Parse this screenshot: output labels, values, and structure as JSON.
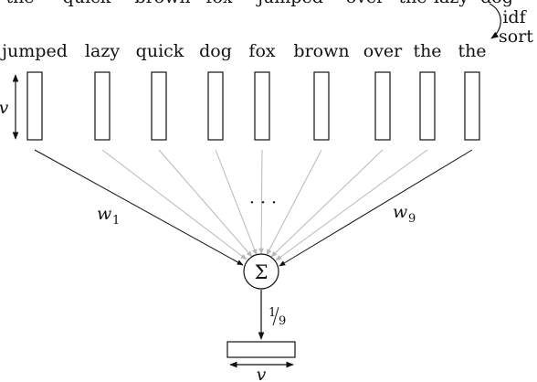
{
  "top_sentence": [
    "the",
    "quick",
    "brown",
    "fox",
    "jumped",
    "over",
    "the",
    "lazy",
    "dog"
  ],
  "sort_label": {
    "line1": "idf",
    "line2": "sort"
  },
  "sorted_words": [
    "jumped",
    "lazy",
    "quick",
    "dog",
    "fox",
    "brown",
    "over",
    "the",
    "the"
  ],
  "dimension_label": "v",
  "weights": {
    "first": "w",
    "first_sub": "1",
    "last": "w",
    "last_sub": "9"
  },
  "ellipsis": "· · ·",
  "sum_symbol": "Σ",
  "scale": {
    "num": "1",
    "den": "9"
  },
  "output_dimension_label": "v",
  "colors": {
    "outer_edges": "#111111",
    "inner_edges": "#b8b8b8",
    "stroke": "#111111"
  }
}
